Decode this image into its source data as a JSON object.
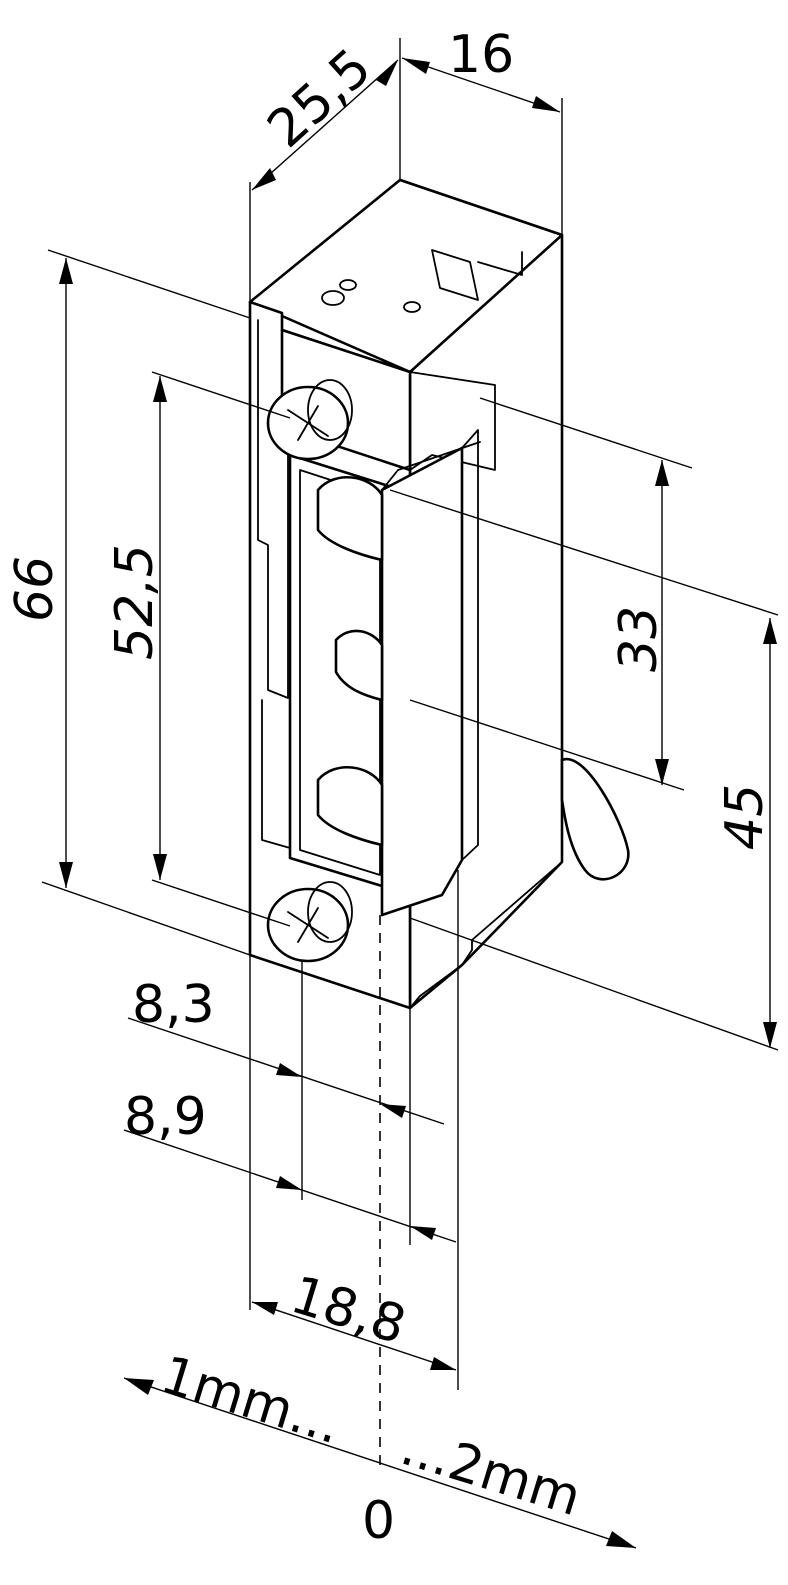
{
  "dimensions": {
    "width_top": "25,5",
    "depth_top": "16",
    "height_total": "66",
    "screw_pitch": "52,5",
    "latch_height": "33",
    "latch_offset": "45",
    "offset_a": "8,3",
    "offset_b": "8,9",
    "width_front": "18,8"
  },
  "adjustment": {
    "left_label": "1mm...",
    "right_label": "...2mm",
    "zero_label": "0"
  }
}
